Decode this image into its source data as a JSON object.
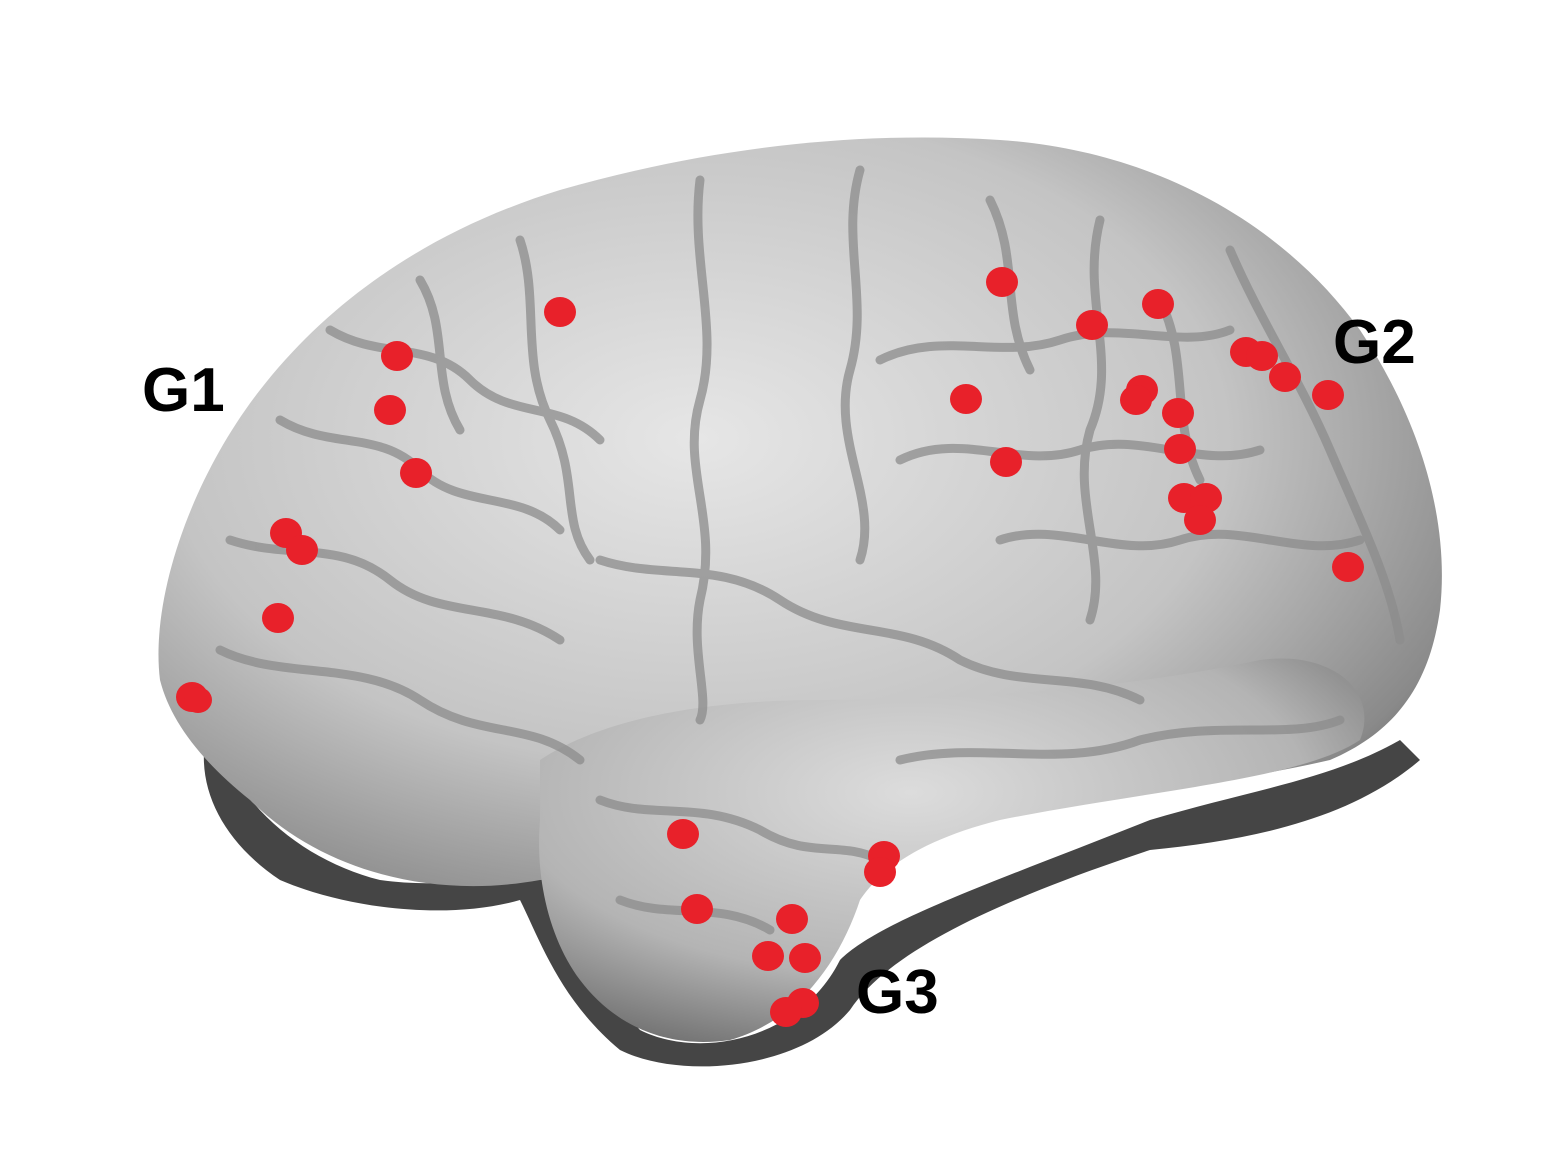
{
  "figure": {
    "colors": {
      "background": "#ffffff",
      "brain_surface": "#c8c8c8",
      "brain_shadow": "#454545",
      "marker": "#e8212a",
      "label_text": "#000000"
    },
    "groups": [
      {
        "id": "g1",
        "label": "G1",
        "marker_count": 9
      },
      {
        "id": "g2",
        "label": "G2",
        "marker_count": 16
      },
      {
        "id": "g3",
        "label": "G3",
        "marker_count": 9
      }
    ]
  }
}
